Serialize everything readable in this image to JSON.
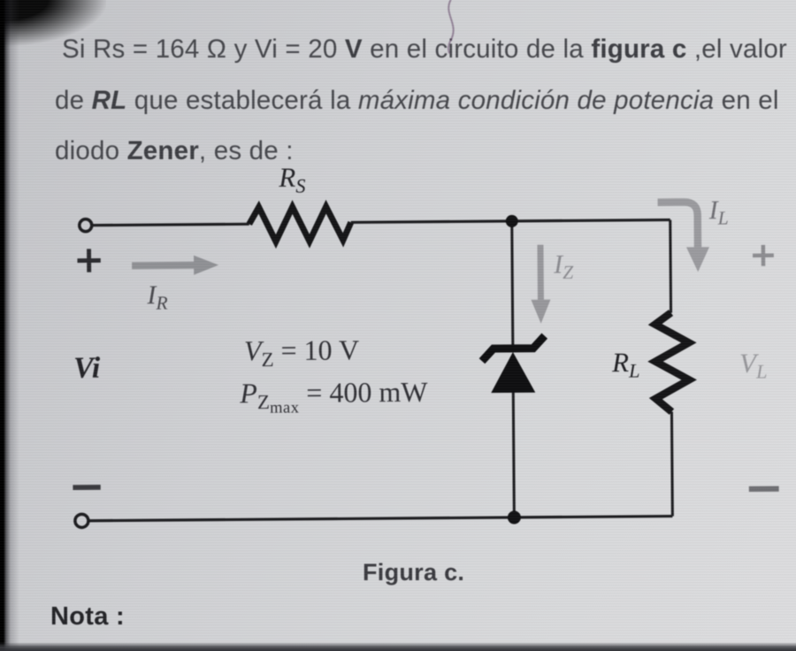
{
  "question": {
    "line1": [
      {
        "text": "Si Rs = 164 Ω y Vi = 20 "
      },
      {
        "text": "V"
      },
      {
        "text": " en el circuito de la "
      },
      {
        "text": "figura c"
      },
      {
        "text": " ,el valor"
      }
    ],
    "line2": [
      {
        "text": "de "
      },
      {
        "text": "RL"
      },
      {
        "text": " que establecerá la "
      },
      {
        "text": "máxima condición de potencia"
      },
      {
        "text": " en el"
      }
    ],
    "line3": [
      {
        "text": "diodo "
      },
      {
        "text": "Zener"
      },
      {
        "text": ", es de :"
      }
    ]
  },
  "circuit": {
    "rs_label": {
      "main": "R",
      "sub": "S"
    },
    "ir_label": {
      "main": "I",
      "sub": "R"
    },
    "iz_label": {
      "main": "I",
      "sub": "Z"
    },
    "il_label": {
      "main": "I",
      "sub": "L"
    },
    "rl_label": {
      "main": "R",
      "sub": "L"
    },
    "vl_label": {
      "main": "V",
      "sub": "L"
    },
    "vi_label": "Vi",
    "vz_equation": {
      "main": "V",
      "sub": "Z",
      "rest": " = 10 V"
    },
    "pz_equation": {
      "main": "P",
      "sub": "Z",
      "subsub": "max",
      "rest": " = 400 mW"
    },
    "plus_left": "+",
    "minus_left": "−",
    "plus_right": "+",
    "minus_right": "−"
  },
  "caption": "Figura c.",
  "note_label": "Nota :",
  "colors": {
    "background": "#d0d1d4",
    "wire": "#1b1b1e",
    "arrow_gray": "#919195",
    "question_text": "#45464b"
  }
}
